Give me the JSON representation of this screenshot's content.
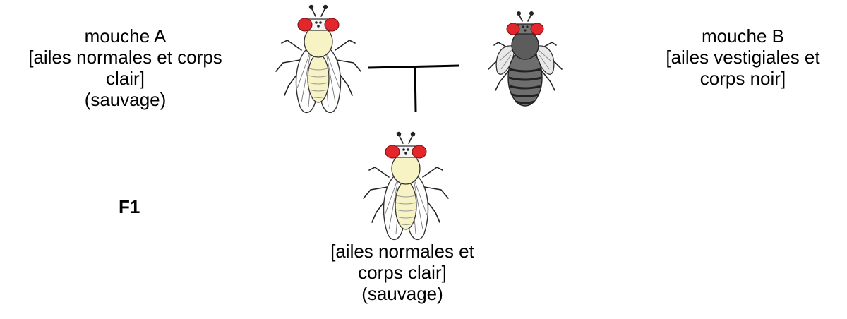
{
  "parent_a": {
    "lines": [
      "mouche A",
      "[ailes normales et corps",
      "clair]",
      "(sauvage)"
    ],
    "fly_icon": "fly-wild-type-icon"
  },
  "parent_b": {
    "lines": [
      "mouche B",
      "[ailes vestigiales et",
      "corps noir]"
    ],
    "fly_icon": "fly-vestigial-black-icon"
  },
  "generation_label": "F1",
  "offspring": {
    "lines": [
      "[ailes normales et",
      "corps clair]",
      "(sauvage)"
    ],
    "fly_icon": "fly-wild-type-icon"
  },
  "colors": {
    "eye": "#e3262b",
    "light_body": "#f7f3c4",
    "dark_body": "#6e6e6e",
    "line": "#000000"
  }
}
